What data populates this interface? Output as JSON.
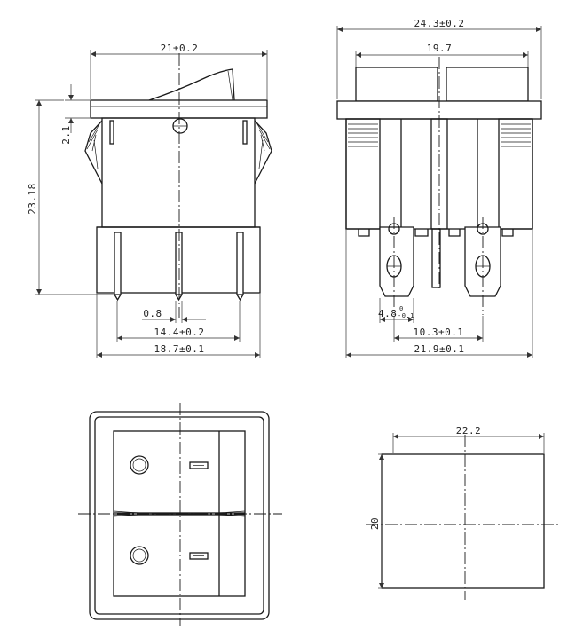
{
  "dimensions": {
    "front_top_width": "21±0.2",
    "front_flange_height": "2.1",
    "front_total_height": "23.18",
    "front_pin_width": "0.8",
    "front_pin_span": "14.4±0.2",
    "front_body_width": "18.7±0.1",
    "side_overall_width": "24.3±0.2",
    "side_cap_width": "19.7",
    "side_terminal_width": "4.8",
    "side_terminal_tol_upper": "0",
    "side_terminal_tol_lower": "-0.1",
    "side_terminal_pitch": "10.3±0.1",
    "side_body_width": "21.9±0.1",
    "cutout_width": "22.2",
    "cutout_height": "20"
  }
}
